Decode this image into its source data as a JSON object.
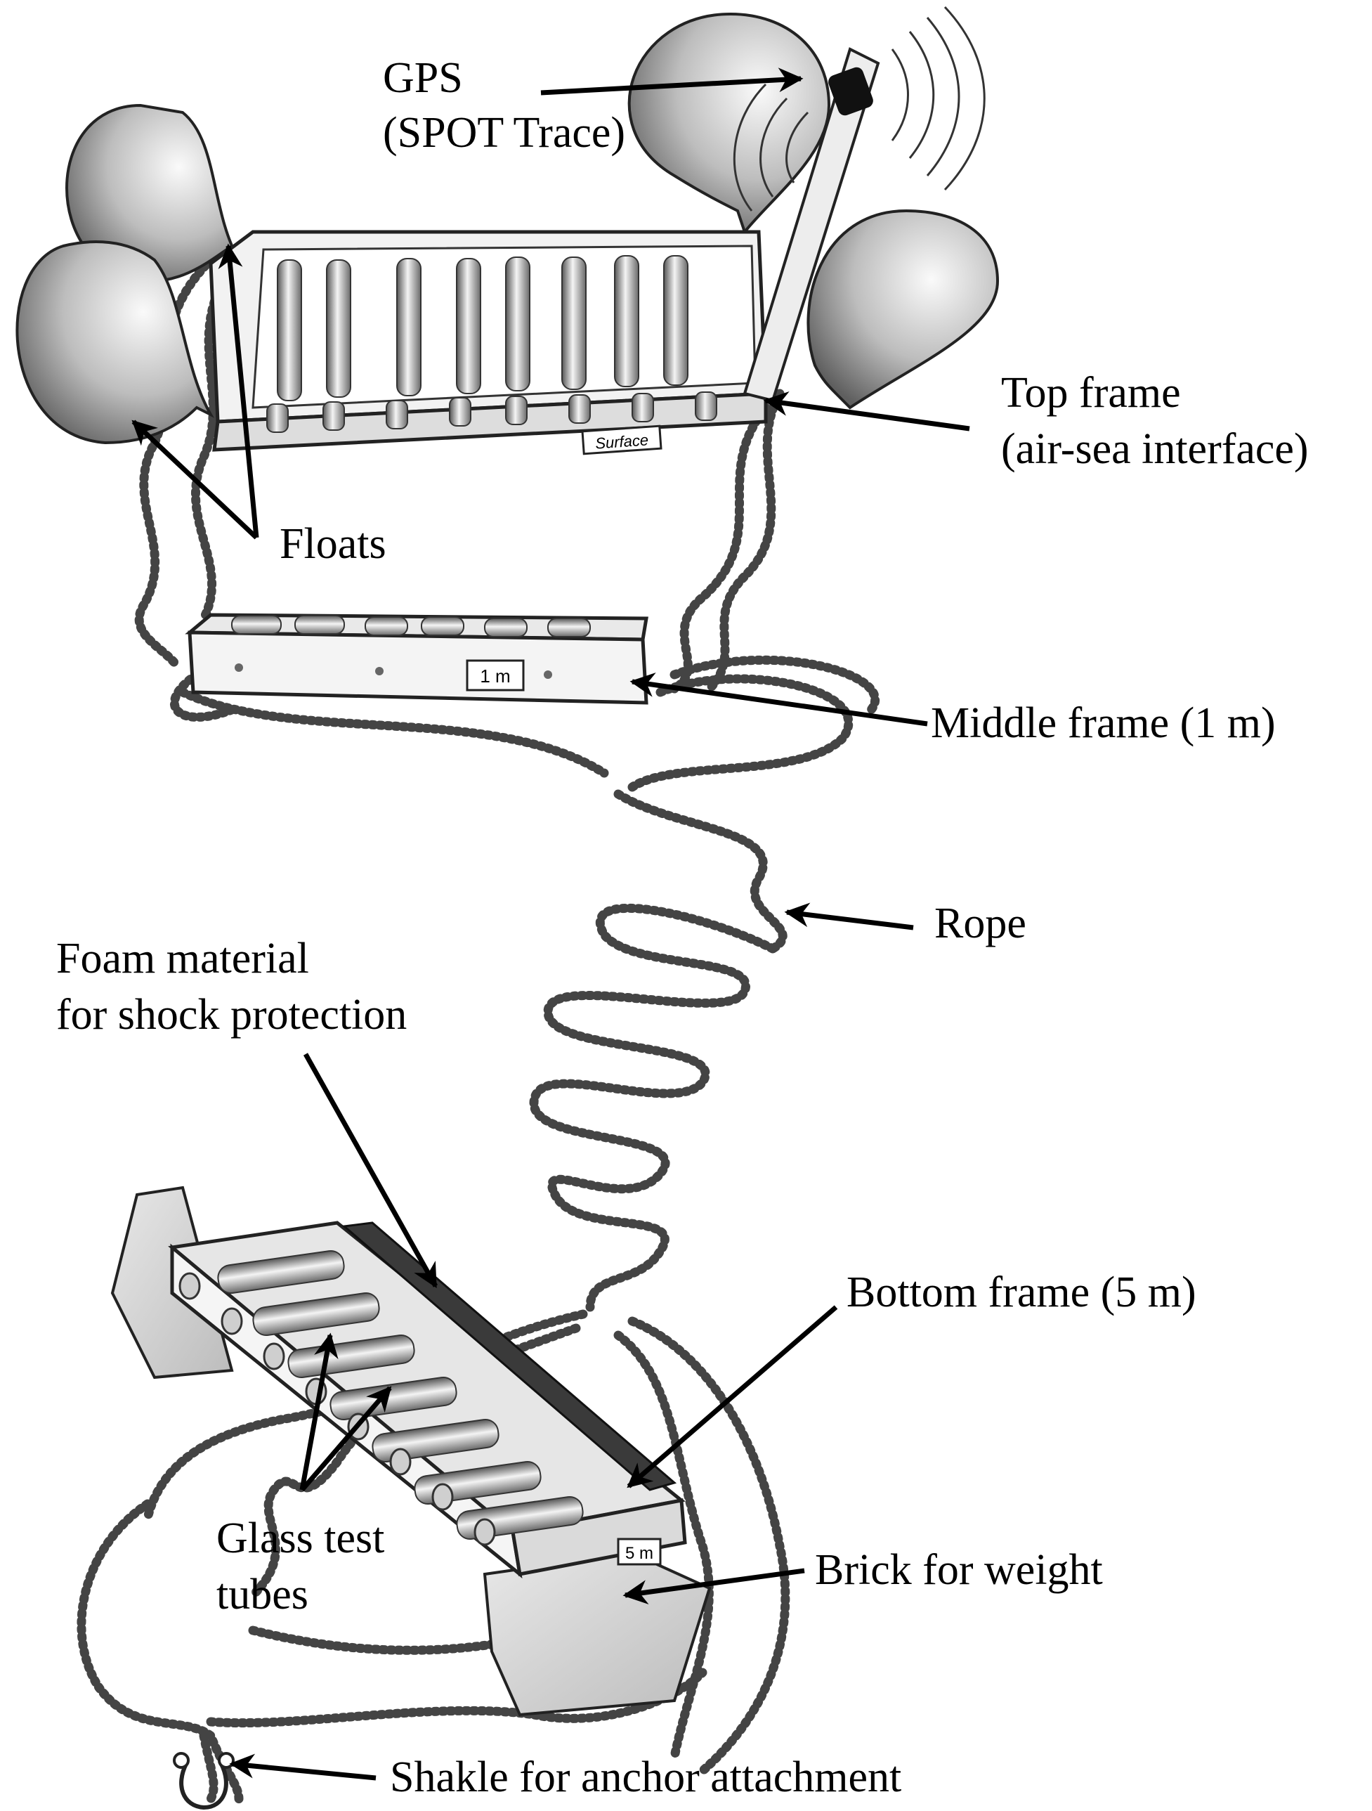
{
  "title": "",
  "labels": {
    "gps_line1": "GPS",
    "gps_line2": "(SPOT Trace)",
    "top_frame_line1": "Top frame",
    "top_frame_line2": "(air-sea interface)",
    "floats": "Floats",
    "middle_frame": "Middle frame (1 m)",
    "rope": "Rope",
    "foam_line1": "Foam material",
    "foam_line2": "for shock protection",
    "bottom_frame": "Bottom frame (5 m)",
    "glass_line1": "Glass test",
    "glass_line2": "tubes",
    "brick": "Brick for weight",
    "shackle": "Shakle for anchor attachment"
  },
  "frame_tags": {
    "top": "Surface",
    "middle": "1 m",
    "bottom": "5 m"
  },
  "colors": {
    "line": "#000000",
    "background": "#ffffff",
    "metal_light": "#f2f2f2",
    "metal_dark": "#777777",
    "foam": "#3a3a3a"
  }
}
